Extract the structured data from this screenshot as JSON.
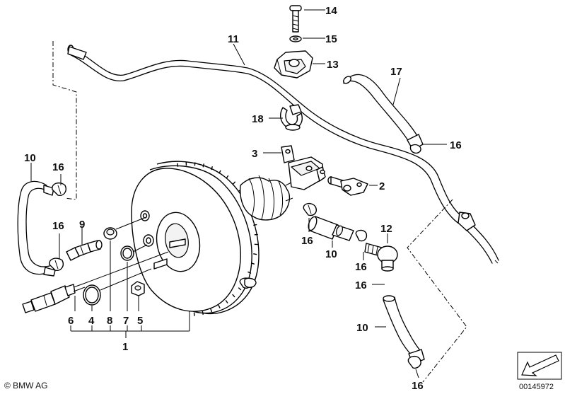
{
  "diagram": {
    "callouts": {
      "c1": "1",
      "c2": "2",
      "c3": "3",
      "c4": "4",
      "c5": "5",
      "c6": "6",
      "c7": "7",
      "c8": "8",
      "c9": "9",
      "c10a": "10",
      "c10b": "10",
      "c10c": "10",
      "c11": "11",
      "c12": "12",
      "c13": "13",
      "c14": "14",
      "c15": "15",
      "c16a": "16",
      "c16b": "16",
      "c16c": "16",
      "c16d": "16",
      "c16e": "16",
      "c16f": "16",
      "c17": "17",
      "c18": "18"
    }
  },
  "footer": {
    "copyright": "© BMW AG",
    "doc_number": "00145972"
  }
}
